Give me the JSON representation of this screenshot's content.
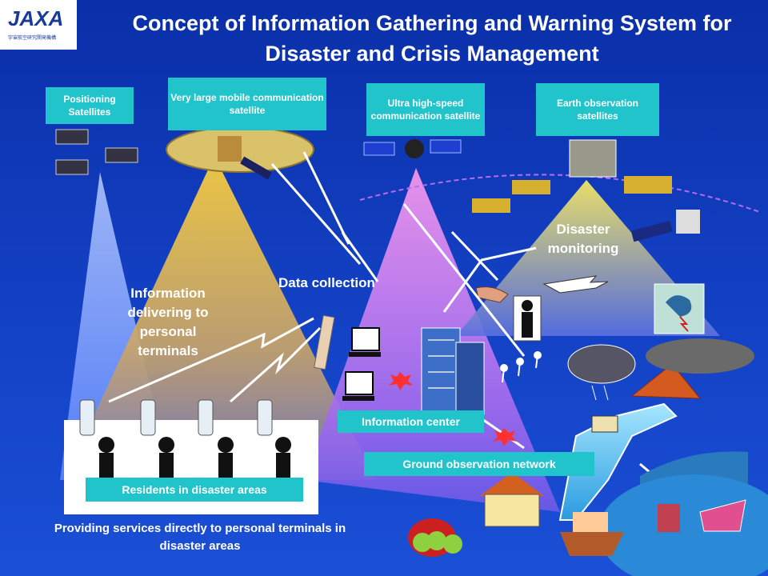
{
  "logo": {
    "text": "JAXA",
    "subtext": "宇宙航空研究開発機構"
  },
  "title": "Concept of Information Gathering and Warning System for Disaster and Crisis Management",
  "satellites": {
    "positioning": "Positioning Satellites",
    "mobile": "Very large mobile communication satellite",
    "highspeed": "Ultra high-speed communication satellite",
    "earth_obs": "Earth observation satellites"
  },
  "labels": {
    "delivering": "Information delivering to personal terminals",
    "data_collection": "Data collection",
    "disaster_monitoring": "Disaster monitoring",
    "info_center": "Information center",
    "ground_network": "Ground observation network",
    "residents": "Residents in disaster areas"
  },
  "caption": "Providing services directly to personal terminals in disaster areas",
  "colors": {
    "background": "#123ec0",
    "label_box": "#22c4cc",
    "beam_blue": "#8fb0ff",
    "beam_yellow": "#f2c23a",
    "beam_pink": "#e07ad8",
    "beam_gold": "#f6df52"
  }
}
